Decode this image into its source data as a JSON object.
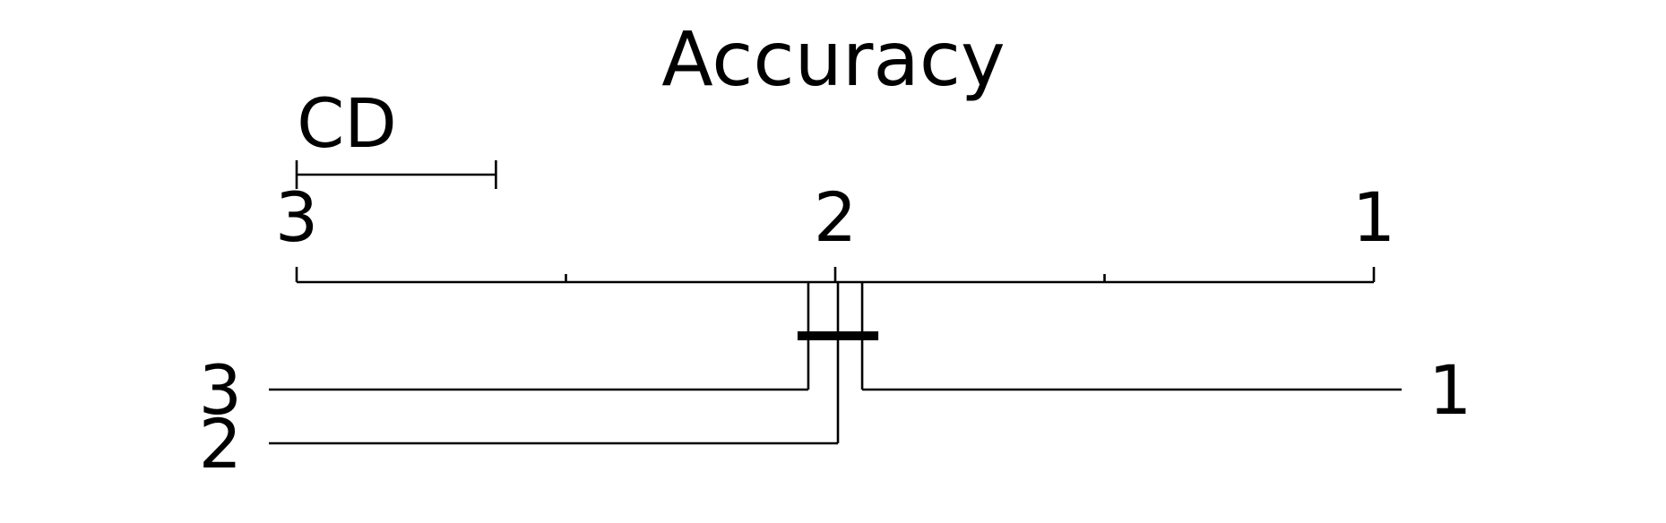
{
  "chart_data": {
    "type": "critical-difference-diagram",
    "title": "Accuracy",
    "metric": "average-rank",
    "axis": {
      "min_rank": 1,
      "max_rank": 3,
      "direction": "descending-left-to-right",
      "ticks": [
        3,
        2.5,
        2,
        1.5,
        1
      ],
      "tick_labels": [
        "3",
        "",
        "2",
        "",
        "1"
      ]
    },
    "cd": {
      "label": "CD",
      "value": 0.37
    },
    "methods": [
      {
        "name": "3",
        "rank": 2.05,
        "side": "left"
      },
      {
        "name": "2",
        "rank": 1.995,
        "side": "left"
      },
      {
        "name": "1",
        "rank": 1.95,
        "side": "right"
      }
    ],
    "cliques": [
      {
        "members": [
          "3",
          "2",
          "1"
        ],
        "from_rank": 2.07,
        "to_rank": 1.92
      }
    ]
  }
}
